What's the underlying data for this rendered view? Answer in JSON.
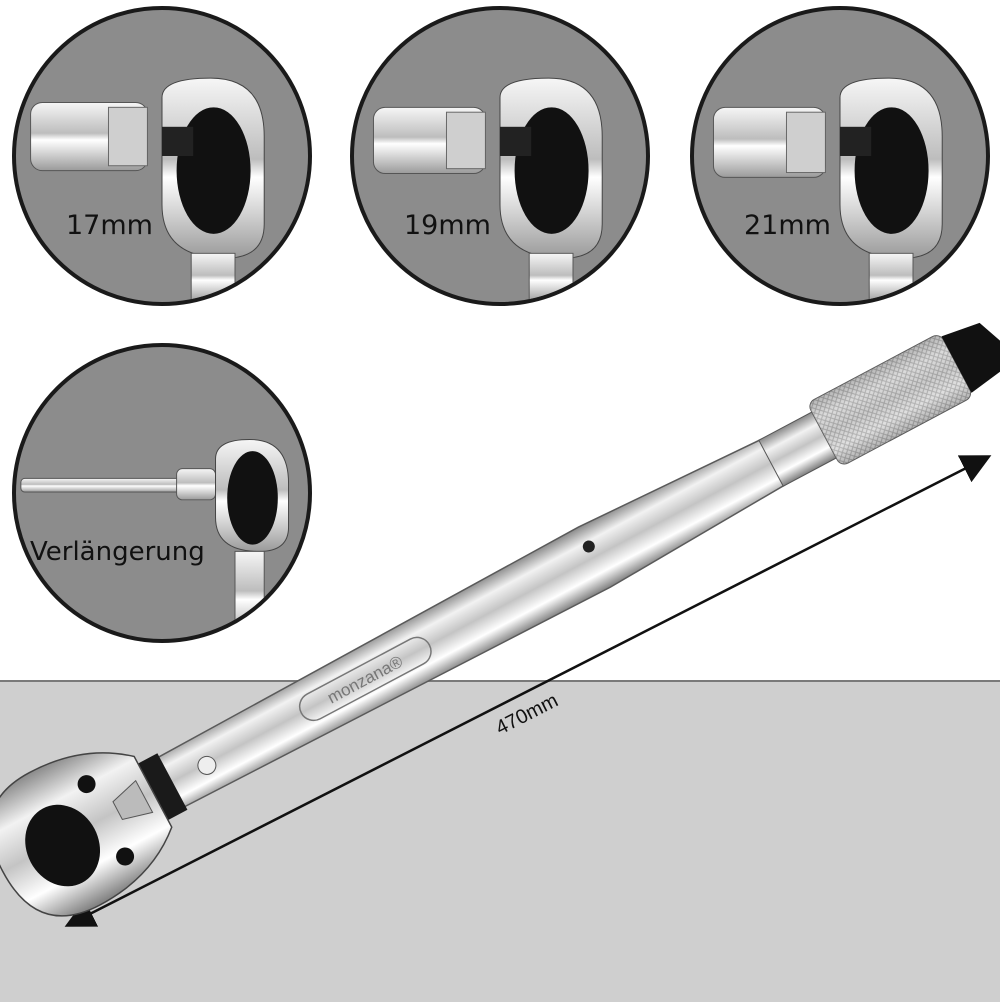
{
  "sockets": [
    {
      "label": "17mm"
    },
    {
      "label": "19mm"
    },
    {
      "label": "21mm"
    }
  ],
  "extension": {
    "label": "Verlängerung"
  },
  "wrench": {
    "brand": "monzana®",
    "length_label": "470mm"
  },
  "colors": {
    "circle_bg": "#8c8c8c",
    "floor": "#cfcfcf",
    "chrome": "#d9d9d9",
    "outline": "#1a1a1a"
  }
}
